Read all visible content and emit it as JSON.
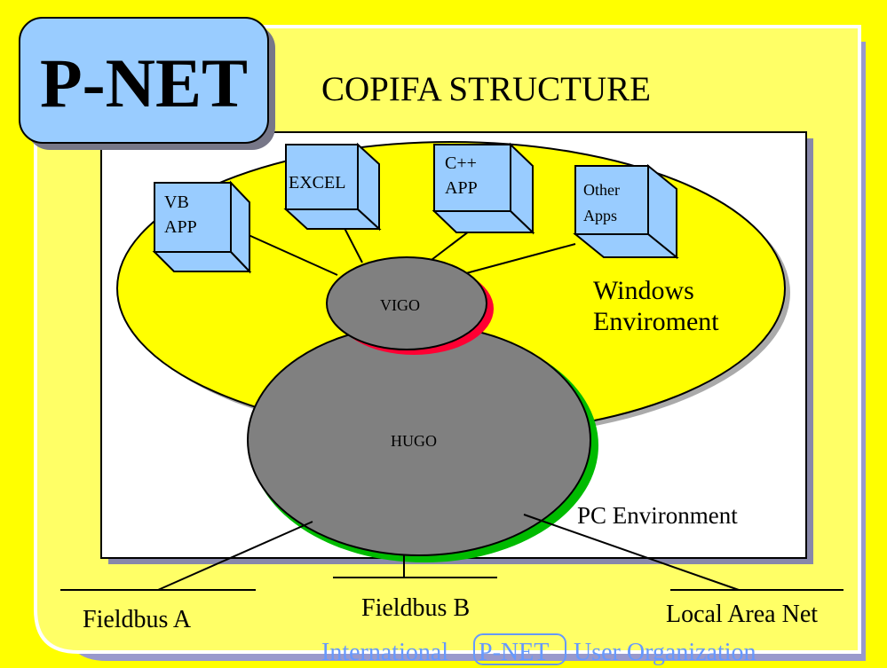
{
  "logo": {
    "text": "P-NET"
  },
  "title": "COPIFA STRUCTURE",
  "apps": [
    {
      "line1": "VB",
      "line2": "APP"
    },
    {
      "line1": "EXCEL",
      "line2": ""
    },
    {
      "line1": "C++",
      "line2": "APP"
    },
    {
      "line1": "Other",
      "line2": "Apps"
    }
  ],
  "nodes": {
    "vigo": "VIGO",
    "hugo": "HUGO"
  },
  "environments": {
    "windows_line1": "Windows",
    "windows_line2": "Enviroment",
    "pc": "PC Environment"
  },
  "buses": {
    "a": "Fieldbus A",
    "b": "Fieldbus B",
    "lan": "Local Area Net"
  },
  "footer": {
    "prefix": "International",
    "badge": "P-NET",
    "suffix": "User Organization"
  },
  "colors": {
    "background": "#ffff00",
    "frame": "#ffff66",
    "box_fill": "#99ccff",
    "ellipse": "#ffff00",
    "node": "#808080",
    "vigo_shadow": "#ff0033",
    "hugo_shadow": "#00bb00",
    "footer_text": "#6699ff"
  }
}
